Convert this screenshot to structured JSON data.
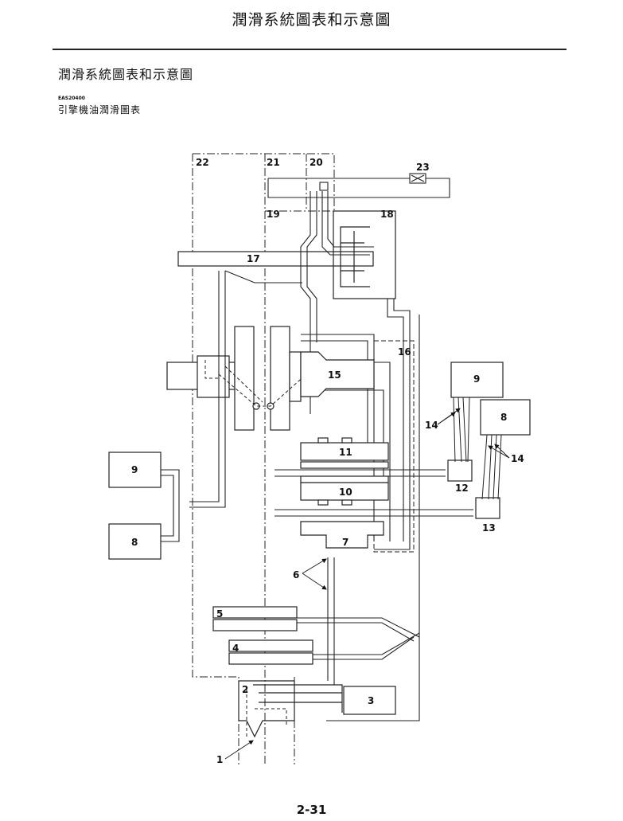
{
  "header": {
    "title": "潤滑系統圖表和示意圖"
  },
  "section": {
    "title": "潤滑系統圖表和示意圖",
    "code": "EAS20400",
    "subtitle": "引擎機油潤滑圖表"
  },
  "diagram": {
    "labels": {
      "l1": "1",
      "l2": "2",
      "l3": "3",
      "l4": "4",
      "l5": "5",
      "l6": "6",
      "l7": "7",
      "l8a": "8",
      "l8b": "8",
      "l9a": "9",
      "l9b": "9",
      "l10": "10",
      "l11": "11",
      "l12": "12",
      "l13": "13",
      "l14a": "14",
      "l14b": "14",
      "l15": "15",
      "l16": "16",
      "l17": "17",
      "l18": "18",
      "l19": "19",
      "l20": "20",
      "l21": "21",
      "l22": "22",
      "l23": "23"
    }
  },
  "footer": {
    "page_number": "2-31"
  }
}
